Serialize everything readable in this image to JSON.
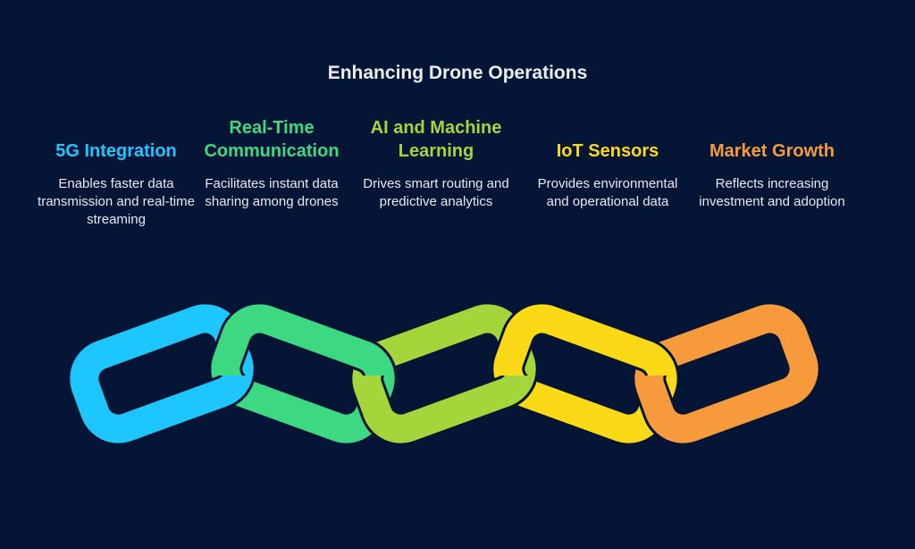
{
  "title": "Enhancing Drone Operations",
  "steps": [
    {
      "title": "5G Integration",
      "description": "Enables faster data transmission and real-time streaming",
      "color": "#1ec6ff"
    },
    {
      "title": "Real-Time Communication",
      "description": "Facilitates instant data sharing among drones",
      "color": "#3cd882"
    },
    {
      "title": "AI and Machine Learning",
      "description": "Drives smart routing and predictive analytics",
      "color": "#a3d63a"
    },
    {
      "title": "IoT Sensors",
      "description": "Provides environmental and operational data",
      "color": "#fcd916"
    },
    {
      "title": "Market Growth",
      "description": "Reflects increasing investment and adoption",
      "color": "#f79a3c"
    }
  ]
}
